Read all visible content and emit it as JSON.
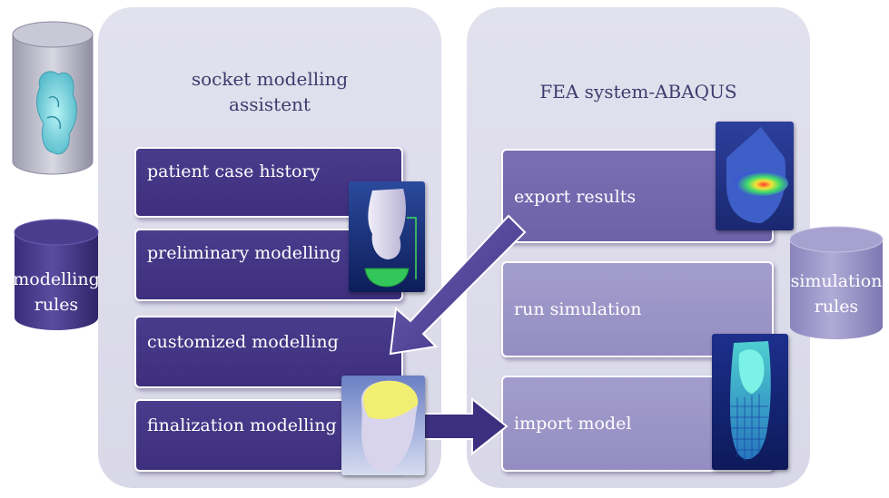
{
  "left_panel": {
    "title_line1": "socket modelling",
    "title_line2": "assistent",
    "steps": [
      {
        "label": "patient case history"
      },
      {
        "label": "preliminary modelling"
      },
      {
        "label": "customized modelling"
      },
      {
        "label": "finalization modelling"
      }
    ]
  },
  "right_panel": {
    "title": "FEA system-ABAQUS",
    "steps": [
      {
        "label": "export results"
      },
      {
        "label": "run simulation"
      },
      {
        "label": "import model"
      }
    ]
  },
  "databases": {
    "modelling_rules_line1": "modelling",
    "modelling_rules_line2": "rules",
    "simulation_rules_line1": "simulation",
    "simulation_rules_line2": "rules"
  },
  "colors": {
    "dark_box": "#3d2f7d",
    "mid_box": "#6d61a8",
    "light_box": "#948dc2",
    "panel": "#dedde9",
    "title_text": "#3f3b6e"
  }
}
